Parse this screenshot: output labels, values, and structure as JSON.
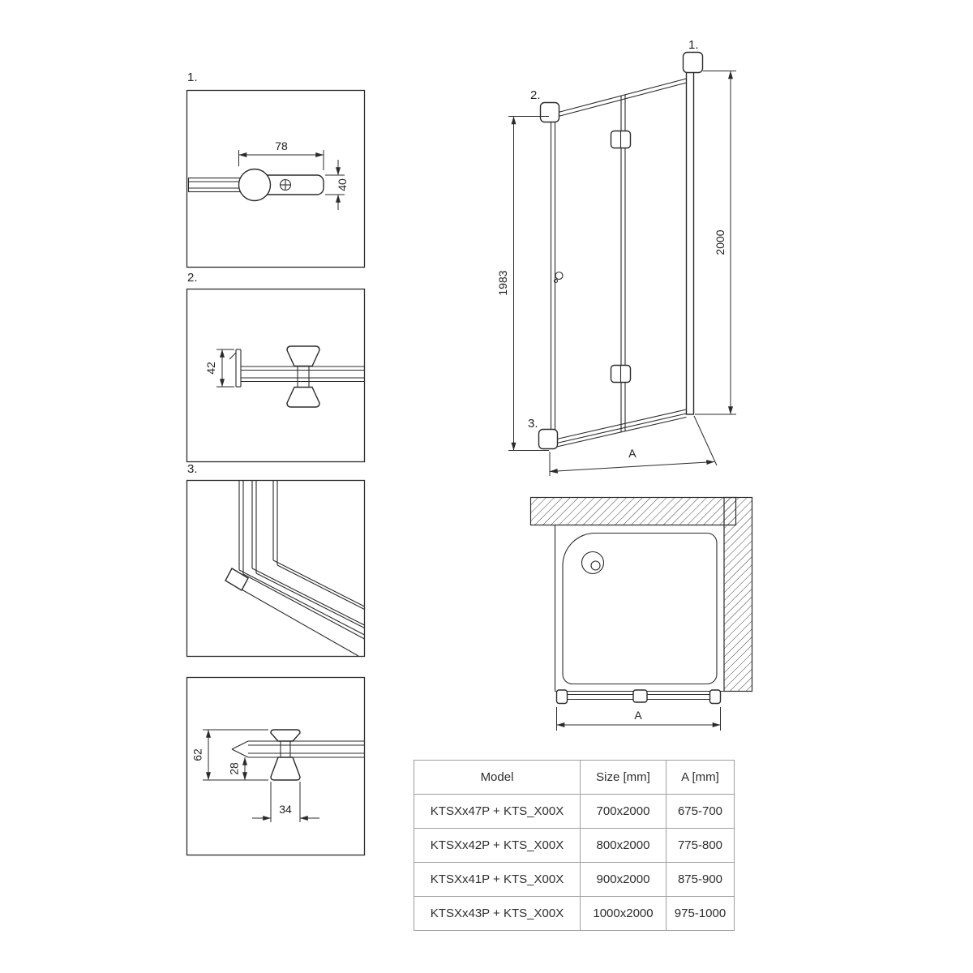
{
  "page": {
    "background": "#ffffff",
    "line_color": "#2b2b2b"
  },
  "drawing": {
    "details": [
      {
        "label": "1.",
        "dim_width": "78",
        "dim_height": "40"
      },
      {
        "label": "2.",
        "dim_height": "42"
      },
      {
        "label": "3."
      },
      {
        "label": "",
        "dim_total_height": "62",
        "dim_offset": "28",
        "dim_width": "34"
      }
    ],
    "front_view": {
      "callout_1": "1.",
      "callout_2": "2.",
      "callout_3": "3.",
      "dim_glass_height": "1983",
      "dim_total_height": "2000",
      "dim_width": "A"
    },
    "top_view": {
      "dim_width": "A"
    }
  },
  "table": {
    "headers": [
      "Model",
      "Size [mm]",
      "A [mm]"
    ],
    "rows": [
      [
        "KTSXx47P + KTS_X00X",
        "700x2000",
        "675-700"
      ],
      [
        "KTSXx42P + KTS_X00X",
        "800x2000",
        "775-800"
      ],
      [
        "KTSXx41P + KTS_X00X",
        "900x2000",
        "875-900"
      ],
      [
        "KTSXx43P + KTS_X00X",
        "1000x2000",
        "975-1000"
      ]
    ]
  }
}
